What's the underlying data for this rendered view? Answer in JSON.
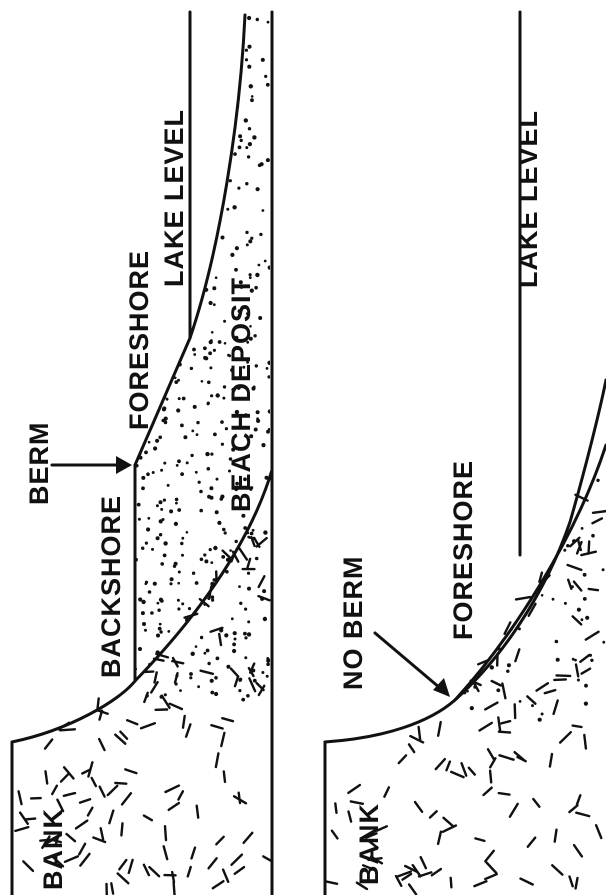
{
  "colors": {
    "ink": "#111111",
    "paper": "#ffffff"
  },
  "panel_top": {
    "labels": {
      "bank": "BANK",
      "backshore": "BACKSHORE",
      "berm": "BERM",
      "foreshore": "FORESHORE",
      "lake_level": "LAKE LEVEL",
      "beach_deposit": "BEACH DEPOSIT"
    }
  },
  "panel_bottom": {
    "labels": {
      "bank": "BANK",
      "no_berm": "NO BERM",
      "foreshore": "FORESHORE",
      "lake_level": "LAKE LEVEL"
    }
  }
}
